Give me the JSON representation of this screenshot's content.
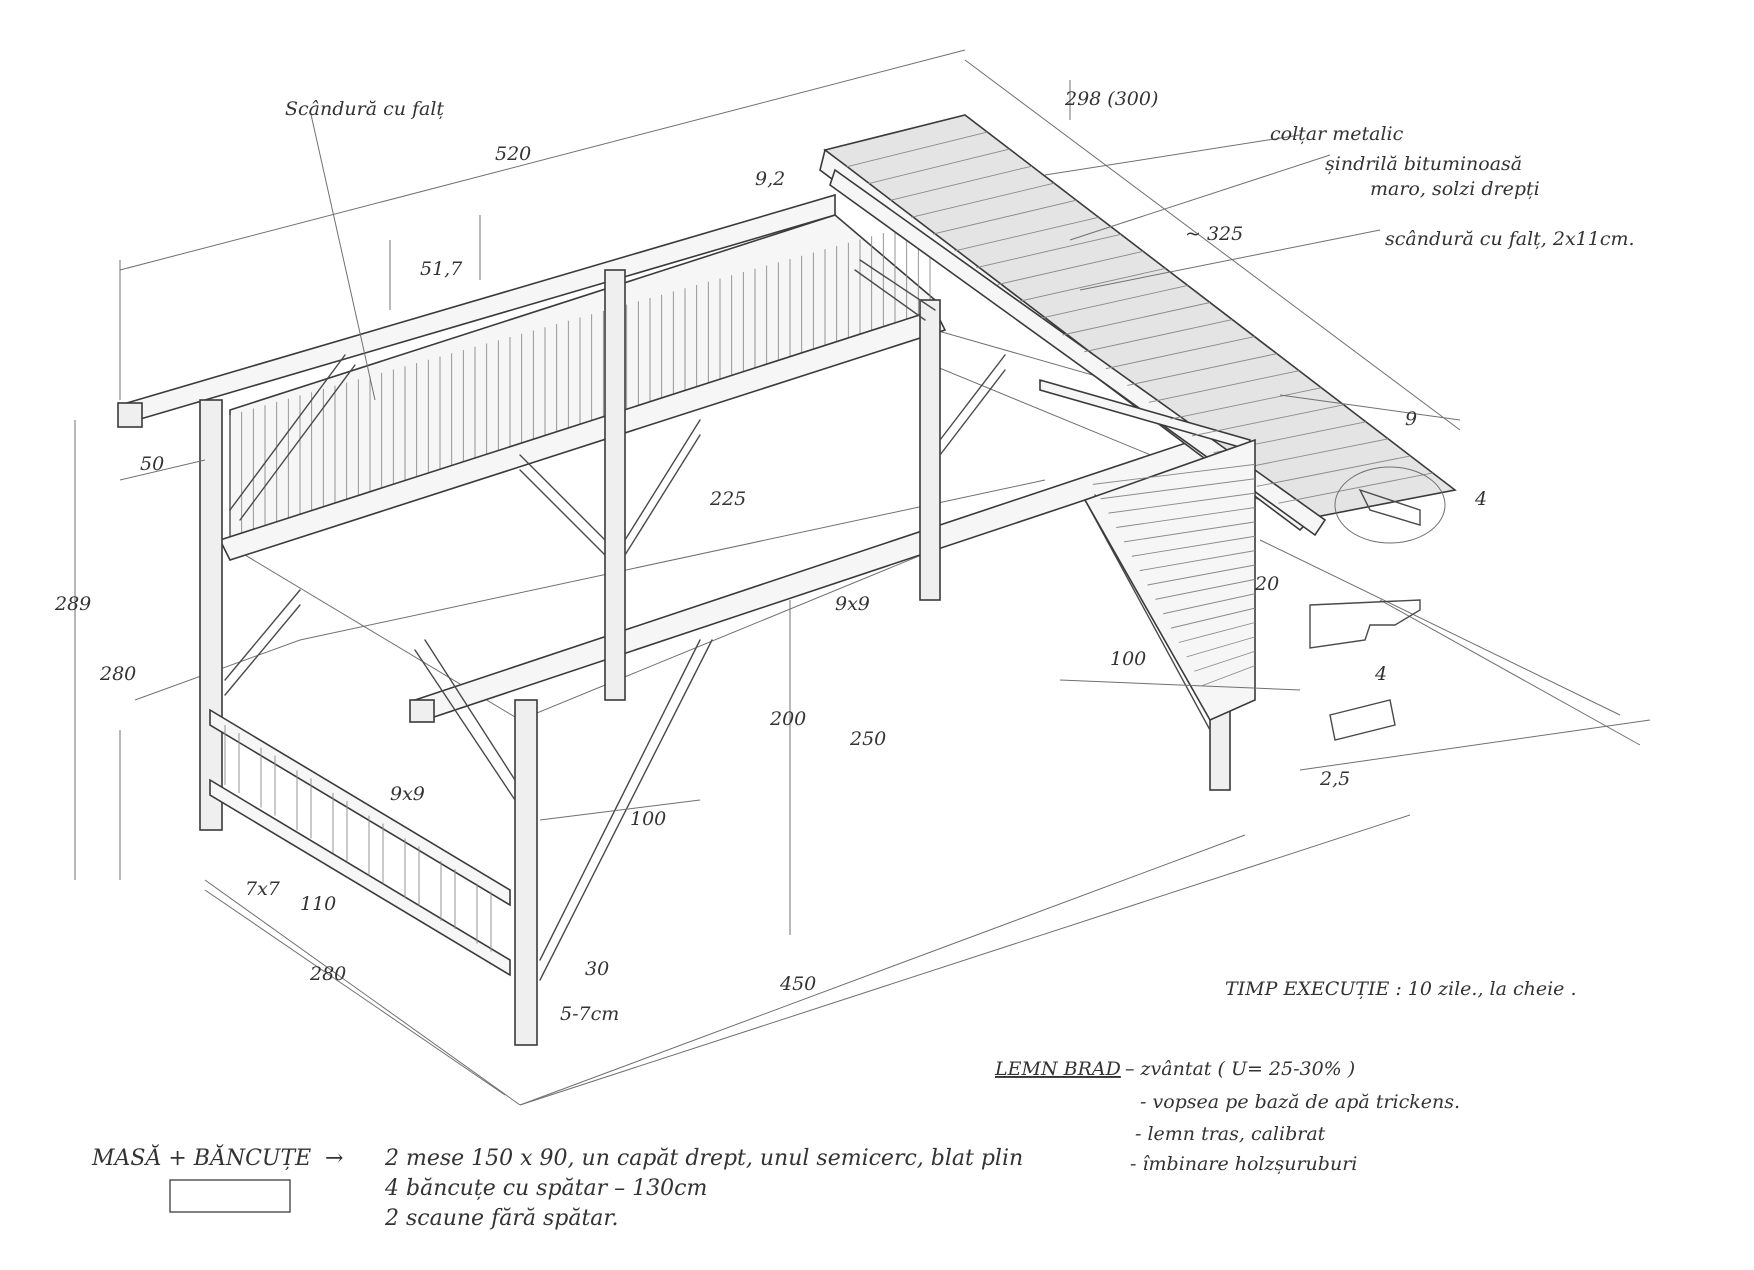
{
  "drawing": {
    "dims": {
      "d520": "520",
      "d517": "51,7",
      "d50": "50",
      "d289": "289",
      "d280": "280",
      "d225": "225",
      "d9x9a": "9x9",
      "d9x9b": "9x9",
      "d200": "200",
      "d250": "250",
      "d100a": "100",
      "d100b": "100",
      "d450": "450",
      "d280b": "280",
      "d7x7": "7x7",
      "d110": "110",
      "d30": "30",
      "d570": "5-7cm",
      "d298": "298 (300)",
      "d325": "~ 325",
      "d92": "9,2",
      "d9": "9",
      "d4a": "4",
      "d20": "20",
      "d4b": "4",
      "d25": "2,5"
    },
    "labels": {
      "scandura": "Scândură cu falț",
      "coltar": "colțar metalic",
      "sindrila1": "șindrilă bituminoasă",
      "sindrila2": "maro, solzi drepți",
      "scandura2": "scândură cu falț, 2x11cm."
    },
    "notes": {
      "timp": "TIMP EXECUȚIE : 10 zile., la cheie .",
      "lemn_title": "LEMN BRAD",
      "lemn1": "– zvântat ( U= 25-30% )",
      "lemn2": "- vopsea pe bază de apă  trickens.",
      "lemn3": "- lemn tras, calibrat",
      "lemn4": "- îmbinare holzșuruburi"
    },
    "table": {
      "title": "MASĂ + BĂNCUȚE",
      "arrow": "→",
      "line1": "2 mese  150 x 90, un capăt drept, unul semicerc, blat plin",
      "line2": "4 băncuțe cu spătar  – 130cm",
      "line3": "2 scaune fără spătar."
    }
  }
}
